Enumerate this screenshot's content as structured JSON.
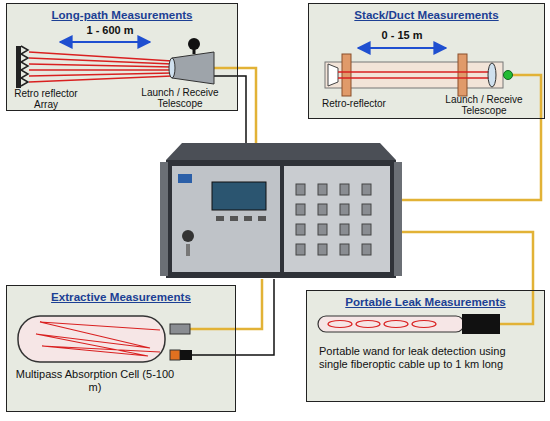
{
  "diagram": {
    "nodes": [
      {
        "text": [
          "Long-path Measurements"
        ]
      },
      {
        "text": [
          "Stack/Duct Measurements"
        ]
      },
      {
        "text": [
          "Extractive Measurements"
        ]
      },
      {
        "text": [
          "Portable Leak Measurements",
          "Portable wand for leak detection using single fiberoptic cable up to 1 km long"
        ]
      }
    ],
    "labels": [
      "1 - 600 m",
      "Retro reflector Array",
      "Launch / Receive Telescope",
      "0 - 15 m",
      "Retro-reflector",
      "Launch / Receive Telescope",
      "Multipass Absorption Cell (5-100 m)"
    ]
  }
}
